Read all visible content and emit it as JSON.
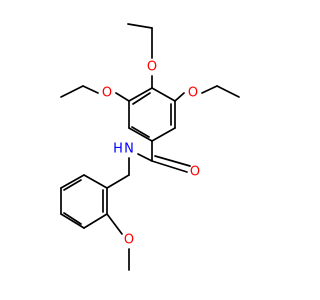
{
  "molecule": {
    "colors": {
      "bond": "#000000",
      "oxygen": "#ff0000",
      "nitrogen": "#0000ff",
      "background": "#ffffff"
    },
    "atom_labels": {
      "ethoxy_top_oxygen": "O",
      "ethoxy_left_oxygen": "O",
      "ethoxy_right_oxygen": "O",
      "carbonyl_oxygen": "O",
      "amide_nitrogen": "N",
      "amide_hydrogen": "H",
      "methoxy_oxygen": "O"
    }
  }
}
